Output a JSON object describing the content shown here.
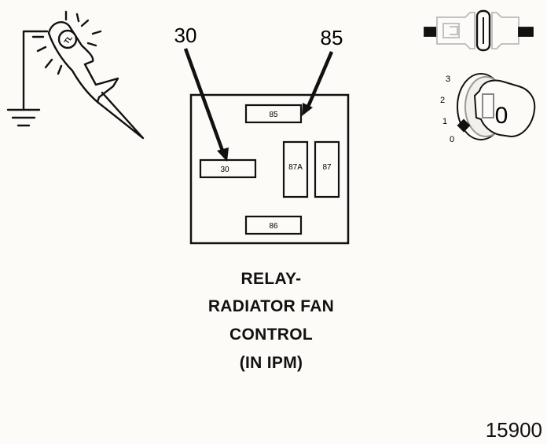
{
  "callouts": {
    "left": "30",
    "right": "85"
  },
  "terminals": {
    "t85": "85",
    "t30": "30",
    "t87a": "87A",
    "t87": "87",
    "t86": "86"
  },
  "test_light": {
    "logo": "TL"
  },
  "ignition_key": {
    "positions": [
      "0",
      "1",
      "2",
      "3"
    ],
    "key_label": "0"
  },
  "caption": {
    "line1": "RELAY-",
    "line2": "RADIATOR FAN",
    "line3": "CONTROL",
    "line4": "(IN IPM)"
  },
  "figure_number": "15900"
}
